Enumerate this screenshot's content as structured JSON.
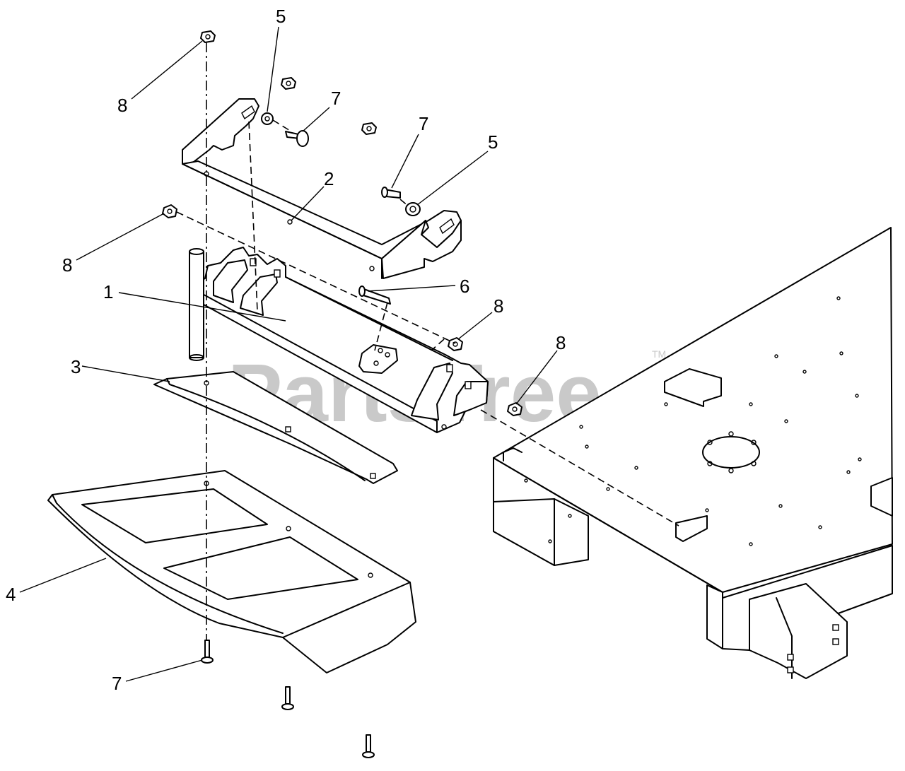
{
  "watermark": {
    "text": "PartsTree",
    "trademark": "TM"
  },
  "callouts": [
    {
      "id": "c-8a",
      "label": "8"
    },
    {
      "id": "c-5a",
      "label": "5"
    },
    {
      "id": "c-7a",
      "label": "7"
    },
    {
      "id": "c-7b",
      "label": "7"
    },
    {
      "id": "c-5b",
      "label": "5"
    },
    {
      "id": "c-2",
      "label": "2"
    },
    {
      "id": "c-8b",
      "label": "8"
    },
    {
      "id": "c-1",
      "label": "1"
    },
    {
      "id": "c-6",
      "label": "6"
    },
    {
      "id": "c-8c",
      "label": "8"
    },
    {
      "id": "c-3",
      "label": "3"
    },
    {
      "id": "c-8d",
      "label": "8"
    },
    {
      "id": "c-4",
      "label": "4"
    },
    {
      "id": "c-7c",
      "label": "7"
    }
  ]
}
